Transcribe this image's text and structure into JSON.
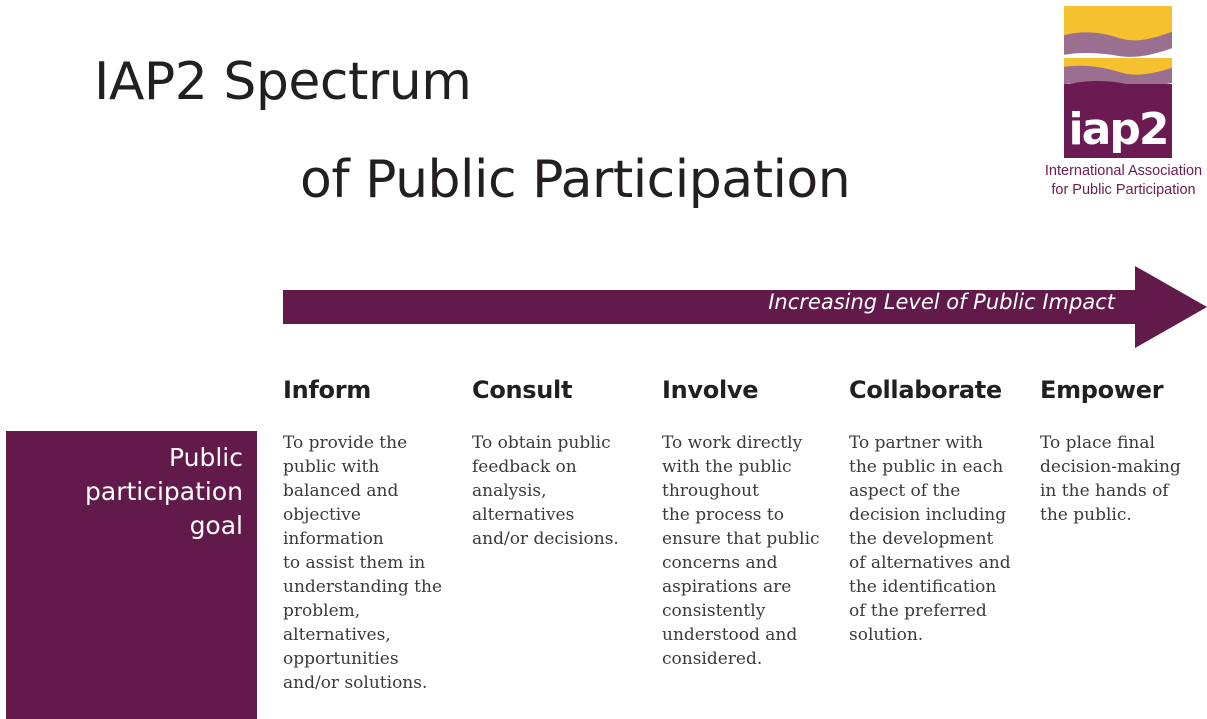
{
  "title": {
    "line1": "IAP2 Spectrum",
    "line2": "of Public Participation"
  },
  "logo": {
    "mark": "iap2",
    "caption_line1": "International Association",
    "caption_line2": "for Public Participation",
    "colors": {
      "yellow": "#f6c12e",
      "mauve": "#9b6f8f",
      "purple": "#6b1b52"
    }
  },
  "arrow": {
    "label": "Increasing Level of Public Impact",
    "color": "#621a4a"
  },
  "row_label": "Public participation goal",
  "levels": [
    {
      "name": "Inform",
      "goal": "To provide the\npublic with\nbalanced and\nobjective\ninformation\nto assist them in\nunderstanding the\nproblem,\nalternatives,\nopportunities\nand/or solutions."
    },
    {
      "name": "Consult",
      "goal": "To obtain public\nfeedback on\nanalysis,\nalternatives\nand/or decisions."
    },
    {
      "name": "Involve",
      "goal": "To work directly\nwith the public\nthroughout\nthe process to\nensure that public\nconcerns and\naspirations are\nconsistently\nunderstood and\nconsidered."
    },
    {
      "name": "Collaborate",
      "goal": "To partner with\nthe public in each\naspect of the\ndecision including\nthe development\nof alternatives and\nthe identification\nof the preferred\nsolution."
    },
    {
      "name": "Empower",
      "goal": "To place final\ndecision-making\nin the hands of\nthe public."
    }
  ]
}
